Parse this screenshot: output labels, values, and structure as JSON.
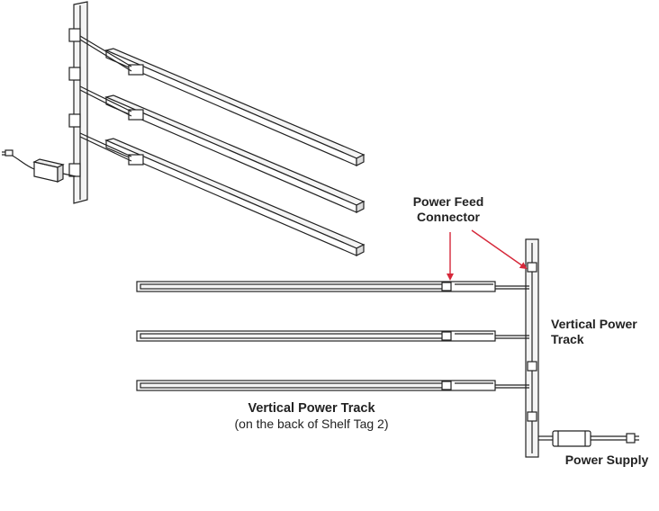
{
  "labels": {
    "power_feed_connector": [
      "Power Feed",
      "Connector"
    ],
    "vertical_power_track_right": [
      "Vertical Power",
      "Track"
    ],
    "vertical_power_track_bottom": "Vertical Power Track",
    "vertical_power_track_bottom_note": "(on the back of Shelf Tag 2)",
    "power_supply": "Power Supply"
  },
  "colors": {
    "line": "#222222",
    "arrow": "#d6283a",
    "fill_light": "#f4f4f4",
    "fill_mid": "#dddddd"
  }
}
